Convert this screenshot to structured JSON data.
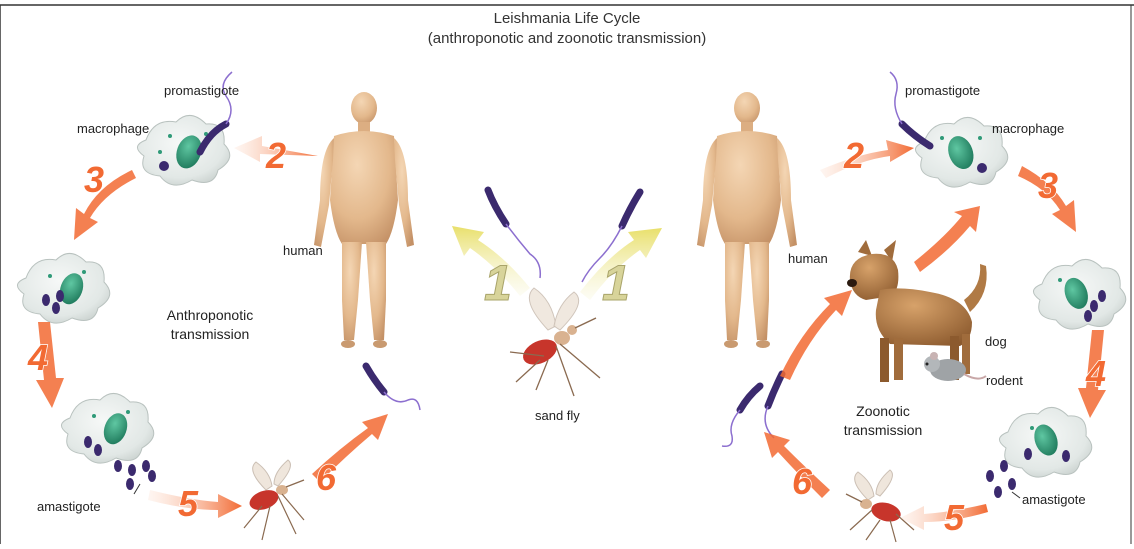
{
  "title": {
    "line1": "Leishmania Life Cycle",
    "line2": "(anthroponotic and zoonotic transmission)"
  },
  "left_cycle": {
    "name": "Anthroponotic",
    "name2": "transmission",
    "labels": {
      "promastigote": "promastigote",
      "macrophage": "macrophage",
      "human": "human",
      "amastigote": "amastigote"
    }
  },
  "right_cycle": {
    "name": "Zoonotic",
    "name2": "transmission",
    "labels": {
      "promastigote": "promastigote",
      "macrophage": "macrophage",
      "human": "human",
      "dog": "dog",
      "rodent": "rodent",
      "amastigote": "amastigote"
    }
  },
  "center": {
    "vector": "sand fly"
  },
  "steps": [
    "1",
    "2",
    "3",
    "4",
    "5",
    "6"
  ],
  "colors": {
    "arrow": "#f26a33",
    "arrow_light": "#f7b08a",
    "yellow_arrow": "#e8e070",
    "skin": "#e9c39b",
    "skin_shade": "#c99a70",
    "cell": "#e7ecea",
    "cell_edge": "#b9c2bf",
    "nucleus": "#2f9a78",
    "parasite": "#3b2a6e",
    "flagellum": "#8c6fcf",
    "dog": "#b9854f",
    "fly_body": "#c7352b"
  }
}
